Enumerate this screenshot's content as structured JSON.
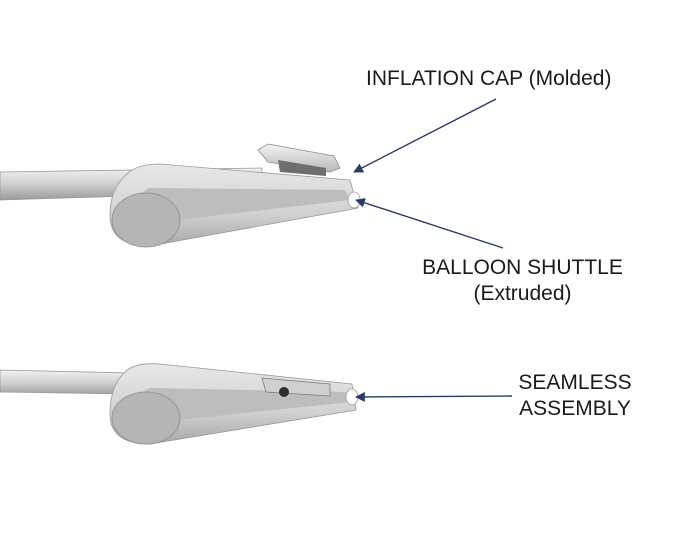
{
  "labels": {
    "inflation_cap": "INFLATION CAP (Molded)",
    "balloon_shuttle_line1": "BALLOON SHUTTLE",
    "balloon_shuttle_line2": "(Extruded)",
    "seamless_line1": "SEAMLESS",
    "seamless_line2": "ASSEMBLY"
  },
  "colors": {
    "arrow": "#2a3a66",
    "part_light": "#e6e6e6",
    "part_mid": "#c4c4c4",
    "part_dark": "#8c8c8c",
    "text": "#1a1a1a"
  }
}
